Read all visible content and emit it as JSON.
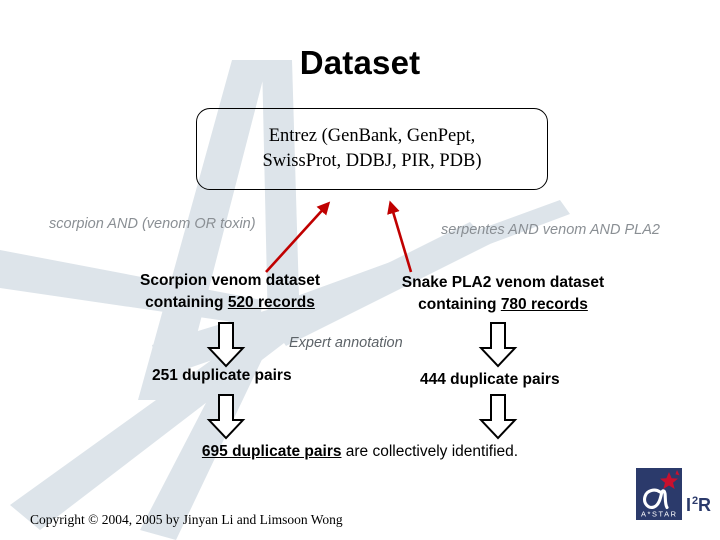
{
  "slide": {
    "title": "Dataset",
    "background_color": "#ffffff",
    "watermark_color": "#dce3ea",
    "accent_color": "#c00000",
    "text_color": "#000000",
    "muted_text_color": "#8a8f94"
  },
  "source_box": {
    "text": "Entrez (GenBank, GenPept,\nSwissProt, DDBJ, PIR, PDB)"
  },
  "queries": {
    "left": "scorpion AND (venom OR toxin)",
    "right": "serpentes AND venom AND PLA2"
  },
  "datasets": {
    "left": {
      "line1": "Scorpion venom dataset",
      "line2_prefix": "containing ",
      "line2_emphasis": "520 records",
      "records": "520"
    },
    "right": {
      "line1": "Snake PLA2 venom dataset",
      "line2_prefix": "containing ",
      "line2_emphasis": "780 records",
      "records": "780"
    }
  },
  "annotation": {
    "label": "Expert annotation"
  },
  "duplicates": {
    "left": "251 duplicate pairs",
    "right": "444 duplicate pairs",
    "total_emphasis": "695 duplicate pairs",
    "total_suffix": " are collectively identified."
  },
  "footer": {
    "copyright": "Copyright © 2004, 2005 by Jinyan Li and Limsoon Wong"
  },
  "logo": {
    "institute": "I",
    "institute_sup": "2",
    "institute_tail": "R",
    "agency": "A*STAR",
    "mark_color": "#2b3a6b",
    "star_color": "#c8102e"
  }
}
